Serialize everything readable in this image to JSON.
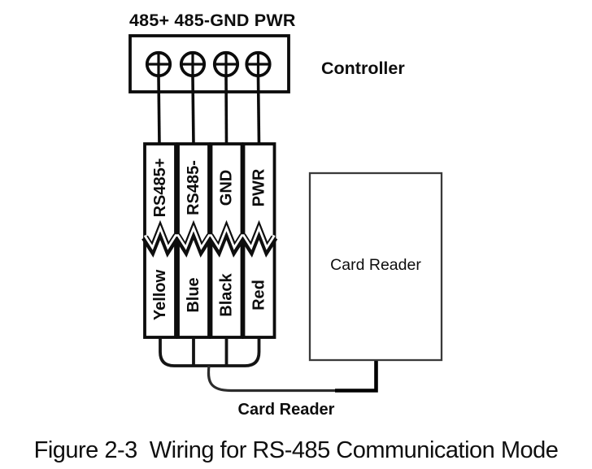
{
  "figure": {
    "terminal_header": "485+ 485-GND PWR",
    "controller_label": "Controller",
    "wire_terminals": [
      "RS485+",
      "RS485-",
      "GND",
      "PWR"
    ],
    "wire_colors": [
      "Yellow",
      "Blue",
      "Black",
      "Red"
    ],
    "card_reader_box_label": "Card Reader",
    "card_reader_cable_label": "Card Reader",
    "caption_prefix": "Figure 2-3",
    "caption_title": "Wiring for RS-485 Communication Mode",
    "colors": {
      "line": "#111111",
      "background": "#ffffff"
    }
  }
}
